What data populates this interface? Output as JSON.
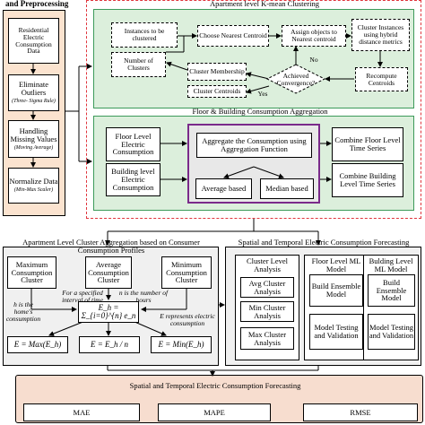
{
  "preprocessing": {
    "header": "and Preprocessing",
    "steps": [
      {
        "label": "Residential Electric Consumption Data",
        "sub": ""
      },
      {
        "label": "Eliminate Outliers",
        "sub": "(Three- Sigma Rule)"
      },
      {
        "label": "Handling Missing Values",
        "sub": "(Moving Average)"
      },
      {
        "label": "Normalize Data",
        "sub": "(Min-Max Scaler)"
      }
    ]
  },
  "kmeans": {
    "title": "Apartment level K-mean Clustering",
    "instances": "Instances to be clustered",
    "num_clusters": "Number of Clusters",
    "choose_centroid": "Choose Nearest Centroid",
    "assign": "Assign objects to Nearest centroid",
    "cluster_instances": "Cluster Instances using hybrid distance metrics",
    "membership": "Cluster Membership",
    "convergence": "Achieved Convergence?",
    "no": "No",
    "yes": "Yes",
    "recompute": "Recompute Centroids",
    "centroids": "Cluster Centroids"
  },
  "floor_building": {
    "title": "Floor & Building Consumption Aggregation",
    "floor": "Floor Level Electric Consumption",
    "building": "Building level Electric Consumption",
    "aggregate": "Aggregate the Consumption using Aggregation Function",
    "average": "Average based",
    "median": "Median based",
    "combine_floor": "Combine Floor Level Time Series",
    "combine_building": "Combine Building Level Time Series"
  },
  "apt_aggregation": {
    "title": "Apartment Level Cluster Aggregation based on Consumer Consumption Profiles",
    "max": "Maximum Consumption Cluster",
    "avg": "Average Consumption Cluster",
    "min": "Minimum Consumption Cluster",
    "note_interval": "For a specified interval of time",
    "note_n": "n is the number of hours",
    "note_h": "h is the home's consumption",
    "note_e": "E represents electric consumption",
    "formula": "E_h = Σ_{i=0}^{n} e_n",
    "f_max": "E = Max(E_h)",
    "f_avg": "E = E_h / n",
    "f_min": "E = Min(E_h)"
  },
  "forecasting_models": {
    "title": "Spatial and Temporal Electric Consumption Forecasting",
    "columns": [
      {
        "header": "Cluster Level Analysis",
        "items": [
          "Avg Cluster Analysis",
          "Min Cluster Analysis",
          "Max Cluster Analysis"
        ]
      },
      {
        "header": "Floor Level ML Model",
        "items": [
          "Build Ensemble Model",
          "Model Testing and Validation"
        ]
      },
      {
        "header": "Bulding Level ML Model",
        "items": [
          "Build Ensemble Model",
          "Model Testing and Validation"
        ]
      }
    ]
  },
  "evaluation": {
    "title": "Spatial and Temporal Electric Consumption Forecasting",
    "metrics": [
      "MAE",
      "MAPE",
      "RMSE"
    ]
  },
  "colors": {
    "orange_fill": "#fbe3cf",
    "green_border": "#3d9a5a",
    "green_fill": "#dcefdc",
    "red_dash": "#e0353d",
    "purple": "#7a2a8a",
    "grey_fill": "#e8e8e8",
    "light_grey": "#f0f0f0",
    "salmon": "#f7ddcf"
  }
}
